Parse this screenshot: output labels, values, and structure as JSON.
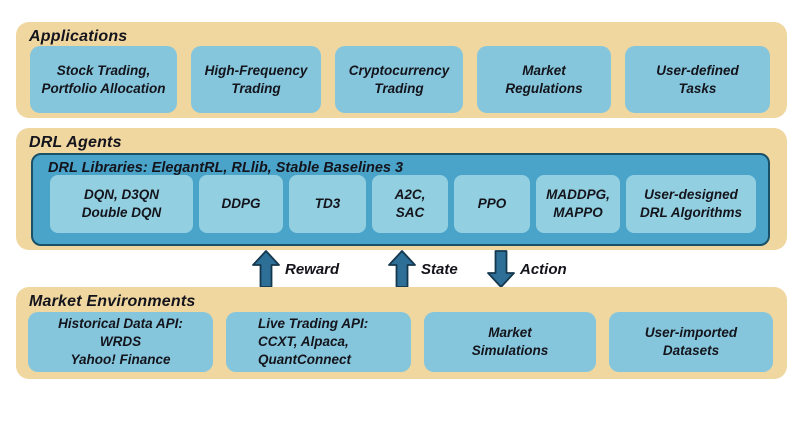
{
  "colors": {
    "page_background": "#ffffff",
    "band_background": "#f0d7a0",
    "box_blue": "#85c6dc",
    "library_panel_blue": "#4aa3c9",
    "library_panel_border": "#1b5069",
    "inner_box_blue": "#92cfe0",
    "arrow_fill": "#2d6f96",
    "arrow_stroke": "#15384e",
    "text": "#14141c"
  },
  "layers": {
    "applications": {
      "label": "Applications",
      "boxes": [
        {
          "lines": [
            "Stock Trading,",
            "Portfolio Allocation"
          ]
        },
        {
          "lines": [
            "High-Frequency",
            "Trading"
          ]
        },
        {
          "lines": [
            "Cryptocurrency",
            "Trading"
          ]
        },
        {
          "lines": [
            "Market",
            "Regulations"
          ]
        },
        {
          "lines": [
            "User-defined",
            "Tasks"
          ]
        }
      ]
    },
    "drl_agents": {
      "label": "DRL Agents",
      "libraries_label": "DRL Libraries: ElegantRL, RLlib, Stable Baselines 3",
      "boxes": [
        {
          "lines": [
            "DQN, D3QN",
            "Double DQN"
          ]
        },
        {
          "lines": [
            "DDPG"
          ]
        },
        {
          "lines": [
            "TD3"
          ]
        },
        {
          "lines": [
            "A2C,",
            "SAC"
          ]
        },
        {
          "lines": [
            "PPO"
          ]
        },
        {
          "lines": [
            "MADDPG,",
            "MAPPO"
          ]
        },
        {
          "lines": [
            "User-designed",
            "DRL Algorithms"
          ]
        }
      ]
    },
    "market_environments": {
      "label": "Market Environments",
      "boxes": [
        {
          "lines": [
            "Historical Data API:",
            "WRDS",
            "Yahoo! Finance"
          ]
        },
        {
          "lines": [
            "Live Trading API:",
            "CCXT, Alpaca,",
            "QuantConnect"
          ]
        },
        {
          "lines": [
            "Market",
            "Simulations"
          ]
        },
        {
          "lines": [
            "User-imported",
            "Datasets"
          ]
        }
      ]
    }
  },
  "arrows": [
    {
      "direction": "up",
      "label": "Reward"
    },
    {
      "direction": "up",
      "label": "State"
    },
    {
      "direction": "down",
      "label": "Action"
    }
  ]
}
